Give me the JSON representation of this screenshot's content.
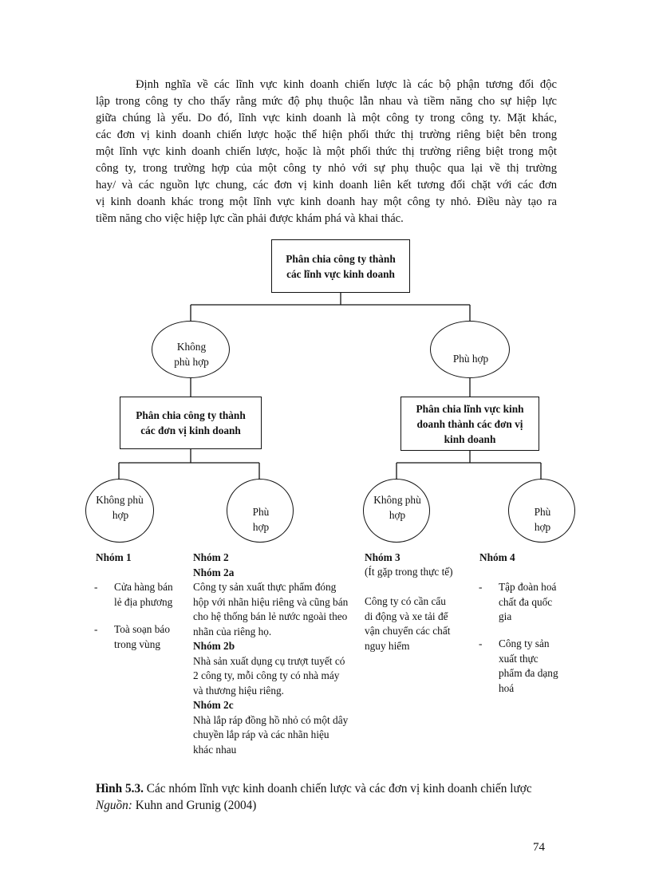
{
  "paragraph": [
    "Định nghĩa về các lĩnh vực kinh doanh chiến lược là các bộ phận tương đối độc",
    "lập trong công ty cho thấy rằng mức độ phụ thuộc lẫn nhau và tiềm năng cho sự hiệp lực",
    "giữa chúng là yếu. Do đó, lĩnh vực kinh doanh là một công ty  trong công ty. Mặt khác,",
    "các đơn vị kinh doanh chiến lược hoặc thể hiện phối thức thị trường riêng biệt bên trong",
    "một lĩnh vực kinh doanh chiến lược, hoặc là một phối thức thị trường riêng biệt trong một",
    "công ty, trong trường hợp của một công ty nhỏ với sự phụ thuộc qua lại về thị trường",
    "hay/ và các nguồn lực chung, các đơn vị kinh doanh liên kết tương đối chặt với các đơn",
    "vị kinh doanh khác trong một lĩnh vực kinh doanh hay một công ty nhỏ. Điều này tạo ra",
    "tiềm năng cho việc hiệp lực cần phải được khám phá và khai thác."
  ],
  "diagram": {
    "root": [
      "Phân chia công ty thành",
      "các lĩnh vực kinh doanh"
    ],
    "left_circle": [
      "Không",
      "phù hợp"
    ],
    "right_circle": "Phù hợp",
    "left_box": [
      "Phân chia công ty thành",
      "các đơn vị kinh doanh"
    ],
    "right_box": [
      "Phân chia lĩnh vực kinh",
      "doanh thành các đơn vị",
      "kinh doanh"
    ],
    "leaf1": [
      "Không phù",
      "hợp"
    ],
    "leaf2": [
      "Phù",
      "hợp"
    ],
    "leaf3": [
      "Không phù",
      "hợp"
    ],
    "leaf4": [
      "Phù",
      "hợp"
    ]
  },
  "groups": {
    "g1_title": "Nhóm 1",
    "g1_items": [
      [
        "Cửa hàng bán",
        "lẻ địa phương"
      ],
      [
        "Toà soạn báo",
        "trong vùng"
      ]
    ],
    "g2_title": "Nhóm 2",
    "g2a_title": "Nhóm 2a",
    "g2a_text": [
      "Công ty sản xuất thực phẩm đóng",
      "hộp với nhãn hiệu riêng và cũng bán",
      "cho hệ thống bán lẻ nước ngoài theo",
      "nhãn của riêng họ."
    ],
    "g2b_title": "Nhóm 2b",
    "g2b_text": [
      "Nhà sản xuất dụng cụ trượt tuyết có",
      "2 công ty, mỗi công ty có nhà máy",
      "và thương hiệu riêng."
    ],
    "g2c_title": "Nhóm 2c",
    "g2c_text": [
      "Nhà lắp ráp đồng hồ nhỏ có một dây",
      "chuyền lắp ráp và các nhãn hiệu",
      "khác nhau"
    ],
    "g3_title": "Nhóm 3",
    "g3_note": "(Ít gặp trong thực tế)",
    "g3_text": [
      "Công ty có cần cẩu",
      "di động và xe tải để",
      "vận chuyển các chất",
      "nguy hiểm"
    ],
    "g4_title": "Nhóm 4",
    "g4_items": [
      [
        "Tập đoàn hoá",
        "chất đa quốc",
        "gia"
      ],
      [
        "Công ty sản",
        "xuất thực",
        "phẩm đa dạng",
        "hoá"
      ]
    ],
    "dash": "-"
  },
  "caption": {
    "label": "Hình 5.3.",
    "text": " Các nhóm lĩnh vực kinh doanh chiến lược và các đơn vị kinh doanh chiến lược",
    "source_label": "Nguồn:",
    "source_text": " Kuhn and Grunig (2004)"
  },
  "page_number": "74"
}
